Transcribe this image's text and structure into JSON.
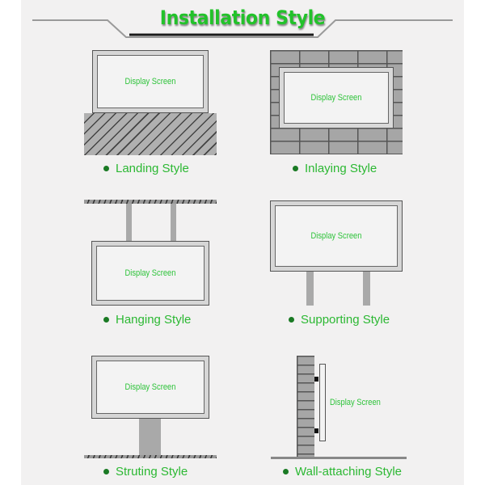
{
  "title": "Installation Style",
  "colors": {
    "title_green": "#22c22a",
    "label_green": "#2cb833",
    "bullet_green": "#1a7a24",
    "screen_text_green": "#2ec33a",
    "background": "#f2f1f1"
  },
  "screen_label": "Display Screen",
  "styles": [
    {
      "label": "Landing Style",
      "screen_label": "Display Screen"
    },
    {
      "label": "Inlaying Style",
      "screen_label": "Display Screen"
    },
    {
      "label": "Hanging Style",
      "screen_label": "Display Screen"
    },
    {
      "label": "Supporting Style",
      "screen_label": "Display Screen"
    },
    {
      "label": "Struting Style",
      "screen_label": "Display Screen"
    },
    {
      "label": "Wall-attaching Style",
      "screen_label": "Display Screen"
    }
  ]
}
